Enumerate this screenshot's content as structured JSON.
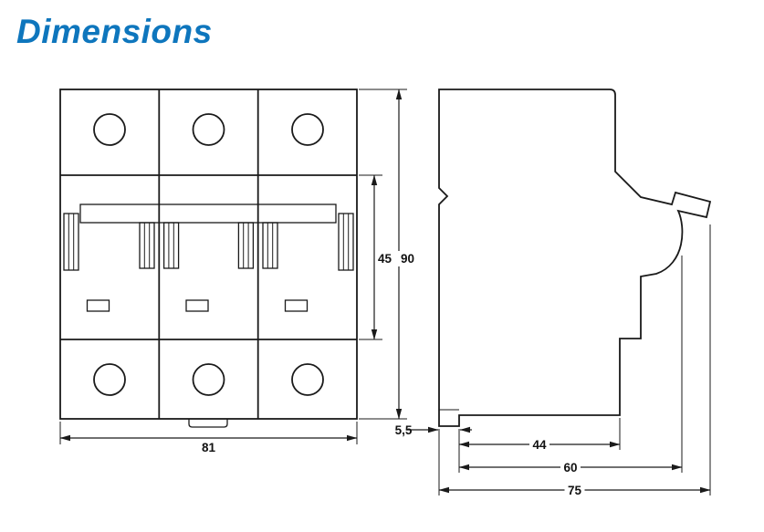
{
  "page": {
    "title": "Dimensions",
    "accent_color": "#0e76bd",
    "line_color": "#1a1a1a"
  },
  "drawing": {
    "front_view_name": "front-view-3-pole-breaker",
    "side_view_name": "side-profile-breaker"
  },
  "dimensions": {
    "front": {
      "width_mm": "81",
      "toggle_section_height_mm": "45",
      "height_mm": "90"
    },
    "side": {
      "clip_foot_mm": "5,5",
      "base_depth_mm": "44",
      "body_depth_mm": "60",
      "total_depth_mm": "75"
    }
  }
}
